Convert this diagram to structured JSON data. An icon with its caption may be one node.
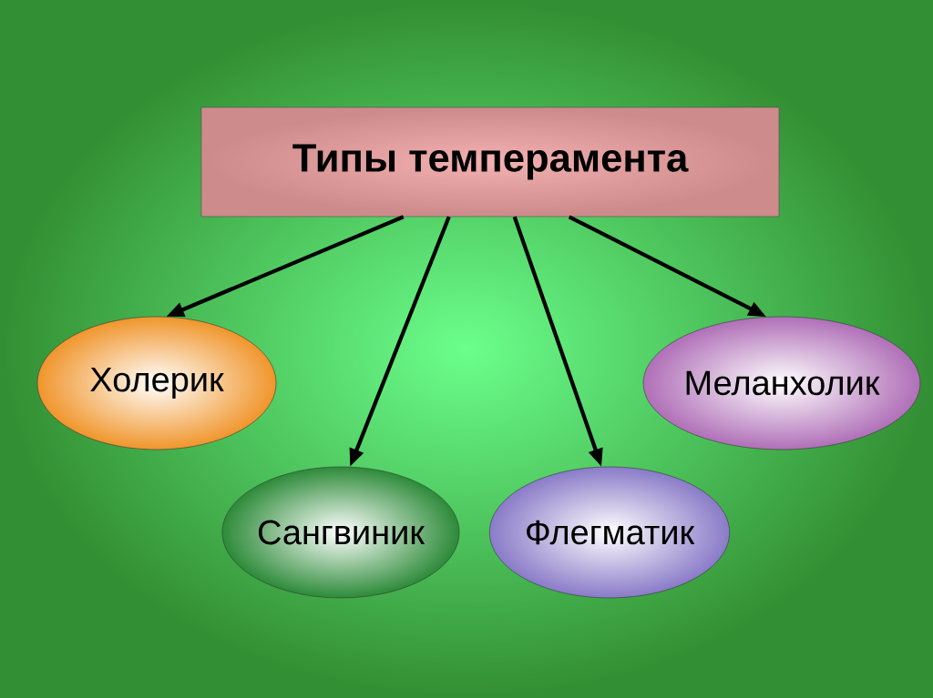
{
  "diagram": {
    "nodes": [
      {
        "text": [
          "Типы темперамента"
        ]
      },
      {
        "text": [
          "Холерик"
        ]
      },
      {
        "text": [
          "Сангвиник"
        ]
      },
      {
        "text": [
          "Флегматик"
        ]
      },
      {
        "text": [
          "Меланхолик"
        ]
      }
    ],
    "edges": [
      {
        "from": 0,
        "to": 1,
        "arrow": "to"
      },
      {
        "from": 0,
        "to": 2,
        "arrow": "to"
      },
      {
        "from": 0,
        "to": 3,
        "arrow": "to"
      },
      {
        "from": 0,
        "to": 4,
        "arrow": "to"
      }
    ]
  }
}
